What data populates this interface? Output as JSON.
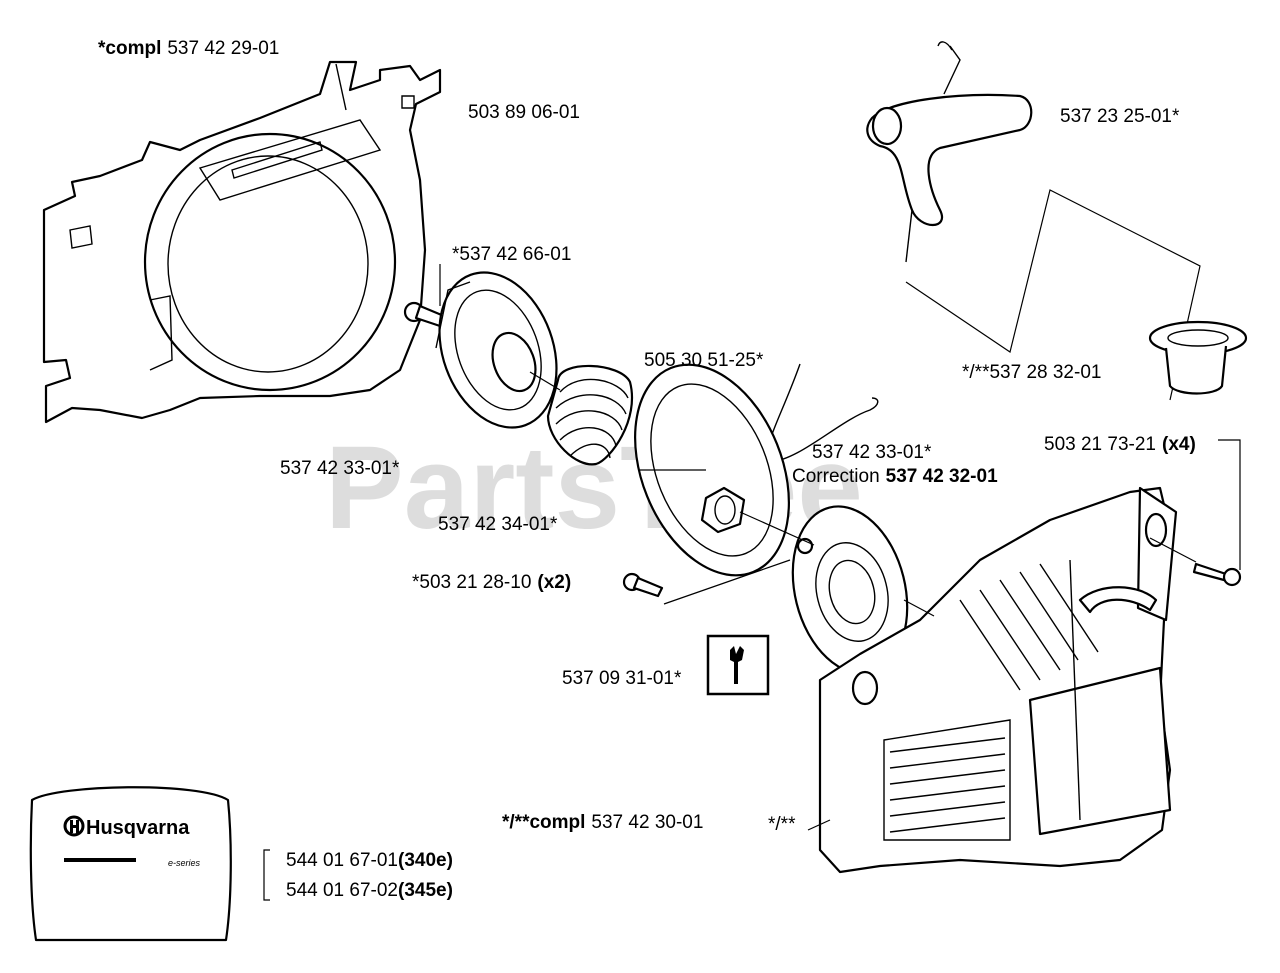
{
  "watermark": "PartsTree",
  "brand": {
    "name": "Husqvarna",
    "series": "e-series"
  },
  "labels": {
    "compl_529": {
      "prefix": "*compl",
      "num": "537 42 29-01"
    },
    "p50389": "503 89 06-01",
    "p53723": "537 23 25-01*",
    "p537426601": "*537 42 66-01",
    "p50530": "505 30 51-25*",
    "p53728": "*/**537 28 32-01",
    "p53742_left": "537 42 33-01*",
    "p53742_right": "537 42 33-01*",
    "correction": {
      "text": "Correction",
      "num": "537 42 32-01"
    },
    "p503217": {
      "num": "503 21 73-21",
      "qty": "(x4)"
    },
    "p537423401": "537 42 34-01*",
    "p503212": {
      "num": "*503 21 28-10",
      "qty": "(x2)"
    },
    "p537093": "537 09 31-01*",
    "compl_530": {
      "prefix": "*/**compl",
      "num": "537 42 30-01"
    },
    "note_star": "*/**",
    "decal1": {
      "num": "544 01 67-01",
      "model": "(340e)"
    },
    "decal2": {
      "num": "544 01 67-02",
      "model": "(345e)"
    }
  }
}
